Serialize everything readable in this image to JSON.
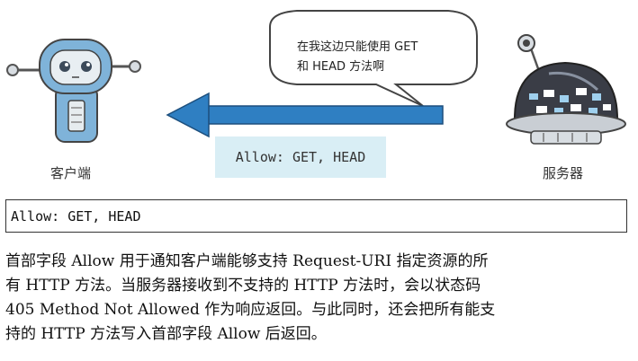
{
  "illustration": {
    "client_label": "客户端",
    "server_label": "服务器",
    "speech_bubble": {
      "line1": "在我这边只能使用 GET",
      "line2": "和 HEAD 方法啊"
    },
    "arrow_header": "Allow: GET, HEAD",
    "colors": {
      "arrow": "#2f7fc2",
      "label_bg": "#d9eef5",
      "robot_body": "#7fb3d9",
      "server_body": "#3a3d46"
    }
  },
  "code_example": "Allow: GET, HEAD",
  "description": {
    "lines": [
      "首部字段 Allow 用于通知客户端能够支持 Request-URI 指定资源的所",
      "有 HTTP 方法。当服务器接收到不支持的 HTTP 方法时，会以状态码",
      "405 Method Not Allowed 作为响应返回。与此同时，还会把所有能支",
      "持的 HTTP 方法写入首部字段 Allow 后返回。"
    ]
  }
}
